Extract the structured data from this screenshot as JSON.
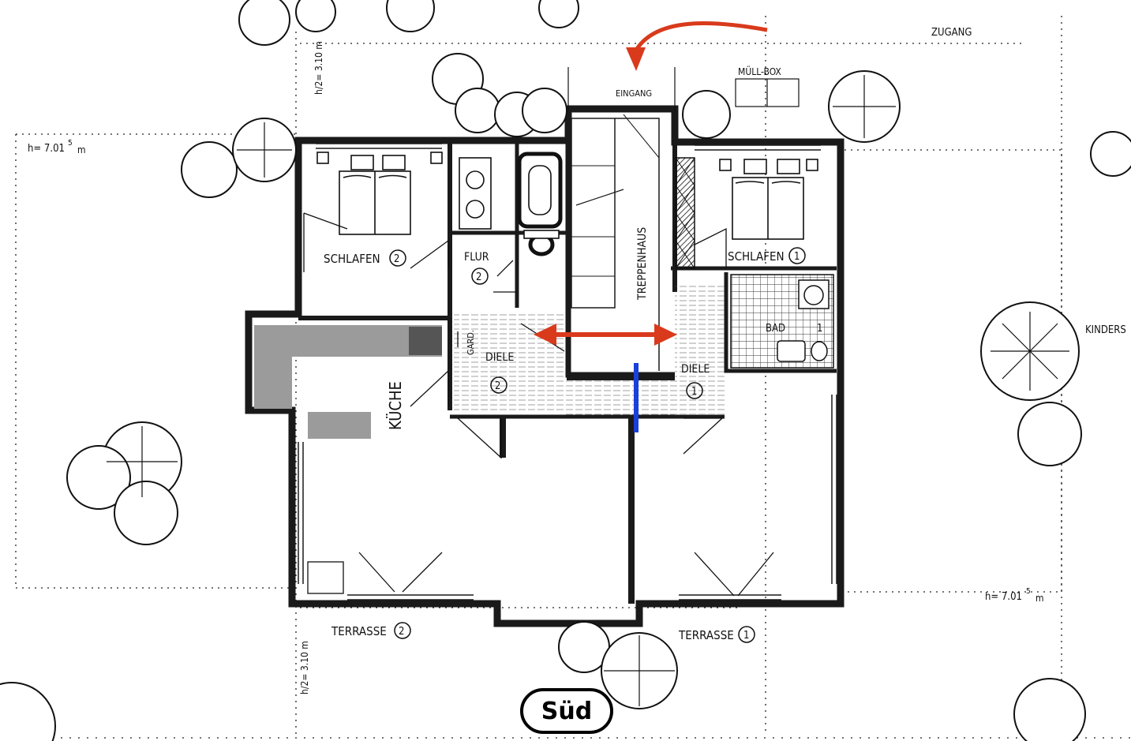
{
  "labels": {
    "zugang": "ZUGANG",
    "muell_box": "MÜLL-BOX",
    "eingang": "EINGANG",
    "treppenhaus": "TREPPENHAUS",
    "schlafen_2": "SCHLAFEN",
    "schlafen_2_num": "2",
    "schlafen_1": "SCHLAFEN",
    "schlafen_1_num": "1",
    "flur": "FLUR",
    "flur_num": "2",
    "bad": "BAD",
    "bad_num": "1",
    "garderobe": "GARD.",
    "diele_2": "DIELE",
    "diele_2_num": "2",
    "diele_1": "DIELE",
    "diele_1_num": "1",
    "kueche": "KÜCHE",
    "terrasse_2": "TERRASSE",
    "terrasse_2_num": "2",
    "terrasse_1": "TERRASSE",
    "terrasse_1_num": "1",
    "kinder": "KINDERS",
    "height_left": "h= 7.01",
    "height_left_sup": "5",
    "height_left_unit": "m",
    "height_right": "h= 7.01",
    "height_right_sup": "5",
    "height_right_unit": "m",
    "setback_top": "h/2= 3.10 m",
    "setback_bottom": "h/2= 3.10 m"
  },
  "compass_badge": "Süd",
  "colors": {
    "arrow_red": "#d93a1c",
    "divider_blue": "#1b3fd9",
    "counter_gray": "#9b9b9b",
    "counter_dark": "#555555",
    "wall": "#1a1a1a"
  }
}
